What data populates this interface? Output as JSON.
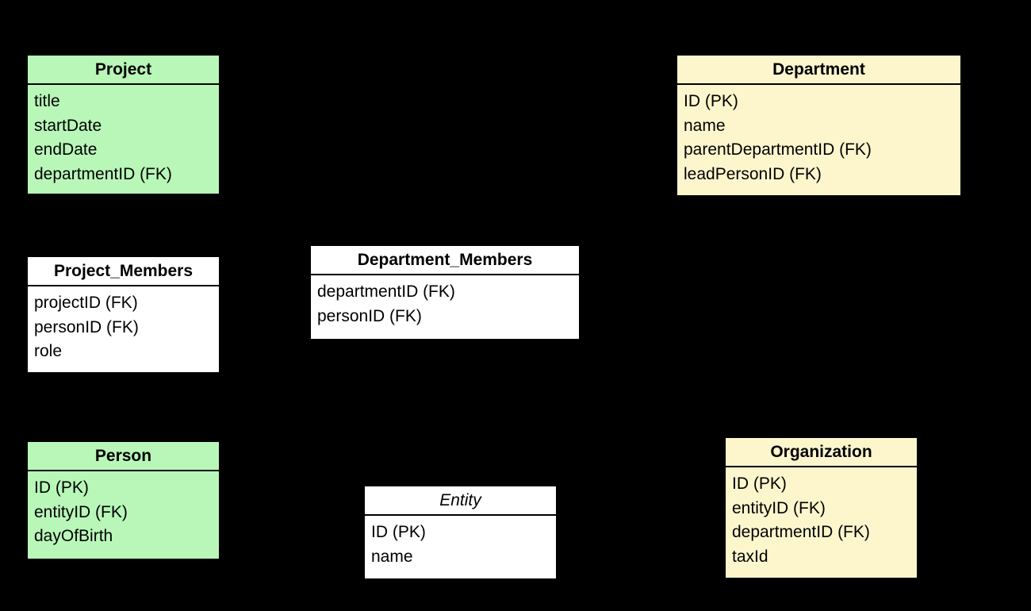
{
  "diagram": {
    "type": "entity-relationship-diagram",
    "background_color": "#000000",
    "colors": {
      "green_fill": "#b8f7b8",
      "yellow_fill": "#fdf6cd",
      "white_fill": "#ffffff",
      "border": "#000000",
      "text": "#000000"
    },
    "tables": [
      {
        "id": "project",
        "name": "Project",
        "fill": "green",
        "italic_title": false,
        "fields": [
          "title",
          "startDate",
          "endDate",
          "departmentID (FK)"
        ]
      },
      {
        "id": "department",
        "name": "Department",
        "fill": "yellow",
        "italic_title": false,
        "fields": [
          "ID (PK)",
          "name",
          "parentDepartmentID (FK)",
          "leadPersonID (FK)"
        ]
      },
      {
        "id": "project_members",
        "name": "Project_Members",
        "fill": "white",
        "italic_title": false,
        "fields": [
          "projectID (FK)",
          "personID (FK)",
          "role"
        ]
      },
      {
        "id": "department_members",
        "name": "Department_Members",
        "fill": "white",
        "italic_title": false,
        "fields": [
          "departmentID (FK)",
          "personID (FK)"
        ]
      },
      {
        "id": "person",
        "name": "Person",
        "fill": "green",
        "italic_title": false,
        "fields": [
          "ID (PK)",
          "entityID (FK)",
          "dayOfBirth"
        ]
      },
      {
        "id": "entity",
        "name": "Entity",
        "fill": "white",
        "italic_title": true,
        "fields": [
          "ID (PK)",
          "name"
        ]
      },
      {
        "id": "organization",
        "name": "Organization",
        "fill": "yellow",
        "italic_title": false,
        "fields": [
          "ID (PK)",
          "entityID (FK)",
          "departmentID (FK)",
          "taxId"
        ]
      }
    ]
  }
}
